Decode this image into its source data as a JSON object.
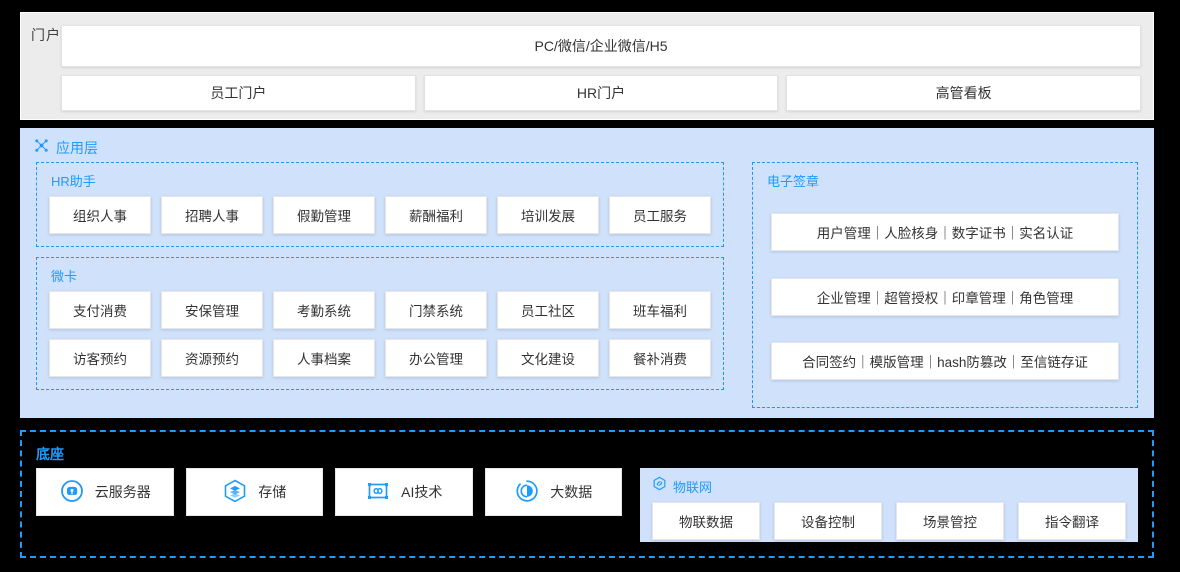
{
  "portal": {
    "label": "门户",
    "channel": "PC/微信/企业微信/H5",
    "cards": [
      {
        "label": "员工门户"
      },
      {
        "label": "HR门户"
      },
      {
        "label": "高管看板"
      }
    ]
  },
  "app_layer": {
    "title": "应用层",
    "icon": "network-nodes-icon",
    "groups": [
      {
        "title": "HR助手",
        "tiles": [
          "组织人事",
          "招聘人事",
          "假勤管理",
          "薪酬福利",
          "培训发展",
          "员工服务"
        ]
      },
      {
        "title": "微卡",
        "tiles": [
          "支付消费",
          "安保管理",
          "考勤系统",
          "门禁系统",
          "员工社区",
          "班车福利",
          "访客预约",
          "资源预约",
          "人事档案",
          "办公管理",
          "文化建设",
          "餐补消费"
        ]
      }
    ],
    "esign": {
      "title": "电子签章",
      "rows": [
        "用户管理｜人脸核身｜数字证书｜实名认证",
        "企业管理｜超管授权｜印章管理｜角色管理",
        "合同签约｜模版管理｜hash防篡改｜至信链存证"
      ]
    }
  },
  "foundation": {
    "label": "底座",
    "infra": [
      {
        "label": "云服务器",
        "icon": "cloud-server-icon"
      },
      {
        "label": "存储",
        "icon": "storage-layers-icon"
      },
      {
        "label": "AI技术",
        "icon": "ai-infinity-icon"
      },
      {
        "label": "大数据",
        "icon": "big-data-icon"
      }
    ],
    "iot": {
      "title": "物联网",
      "icon": "iot-hex-icon",
      "tiles": [
        "物联数据",
        "设备控制",
        "场景管控",
        "指令翻译"
      ]
    }
  },
  "colors": {
    "accent_blue": "#1f9bfa",
    "panel_blue": "#cfe1fb",
    "portal_gray": "#ececec",
    "foundation_black": "#000000",
    "tile_white": "#ffffff"
  }
}
